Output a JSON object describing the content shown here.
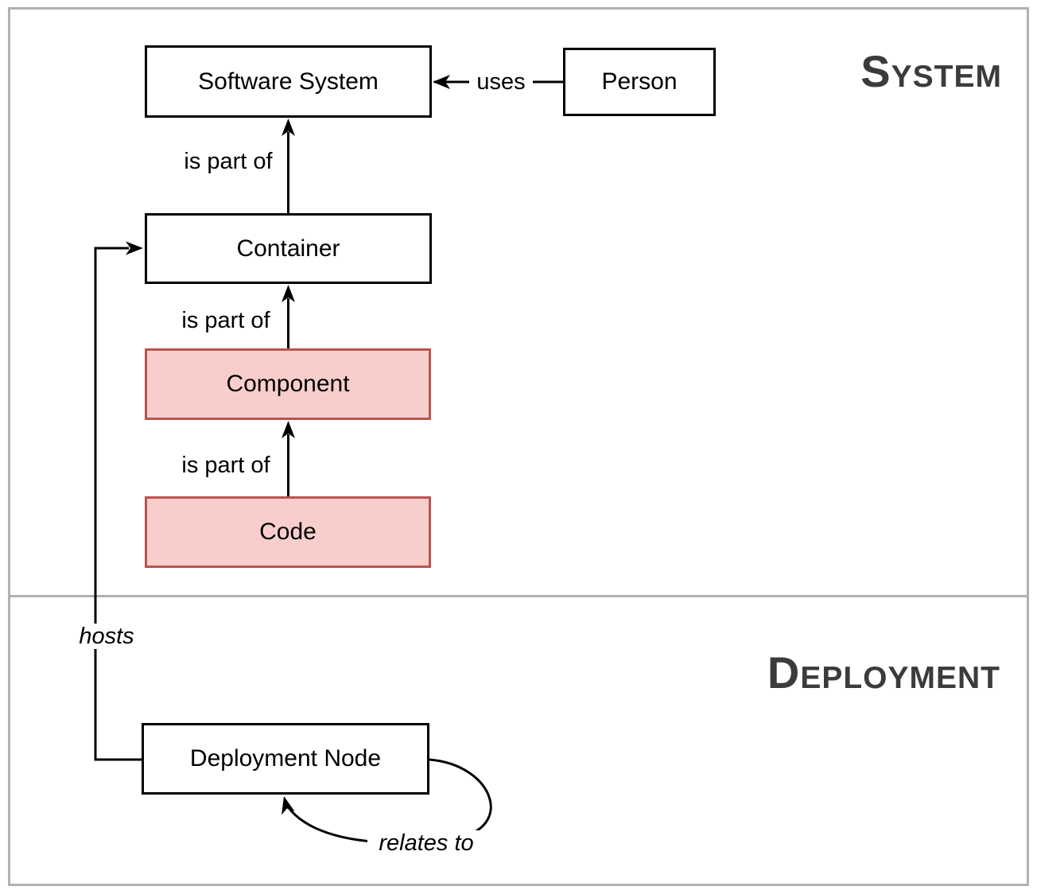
{
  "diagram": {
    "sections": [
      {
        "label": "System"
      },
      {
        "label": "Deployment"
      }
    ],
    "nodes": {
      "software_system": "Software System",
      "person": "Person",
      "container": "Container",
      "component": "Component",
      "code": "Code",
      "deployment_node": "Deployment Node"
    },
    "edges": {
      "uses": "uses",
      "is_part_of_1": "is part of",
      "is_part_of_2": "is part of",
      "is_part_of_3": "is part of",
      "hosts": "hosts",
      "relates_to": "relates to"
    }
  },
  "colors": {
    "highlight_fill": "#f8cecc",
    "highlight_stroke": "#b85450",
    "node_fill": "#ffffff",
    "node_stroke": "#000000",
    "edge": "#000000",
    "frame": "#b0b0b0",
    "section_label": "#3b3b3b"
  }
}
